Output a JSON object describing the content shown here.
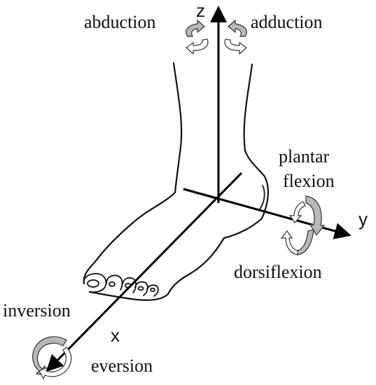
{
  "axes": {
    "z": "z",
    "y": "y",
    "x": "x"
  },
  "motions": {
    "abduction": "abduction",
    "adduction": "adduction",
    "plantar_flexion_line1": "plantar",
    "plantar_flexion_line2": "flexion",
    "dorsiflexion": "dorsiflexion",
    "inversion": "inversion",
    "eversion": "eversion"
  },
  "colors": {
    "ink": "#111111",
    "rotation_arrow_fill": "#b8b8b8",
    "background": "#ffffff"
  }
}
